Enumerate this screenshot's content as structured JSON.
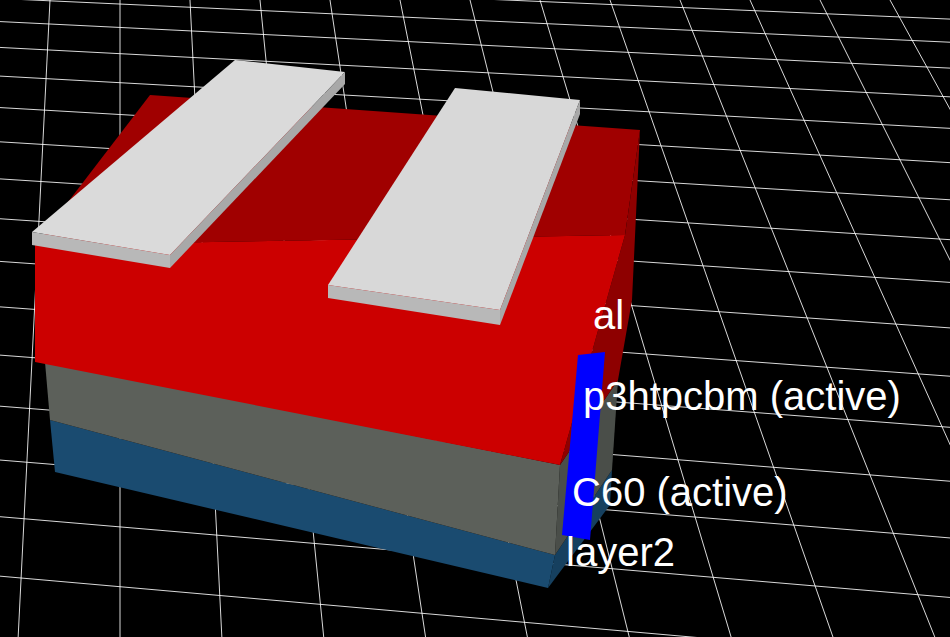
{
  "diagram": {
    "labels": [
      "al",
      "p3htpcbm (active)",
      "C60 (active)",
      "layer2"
    ]
  }
}
